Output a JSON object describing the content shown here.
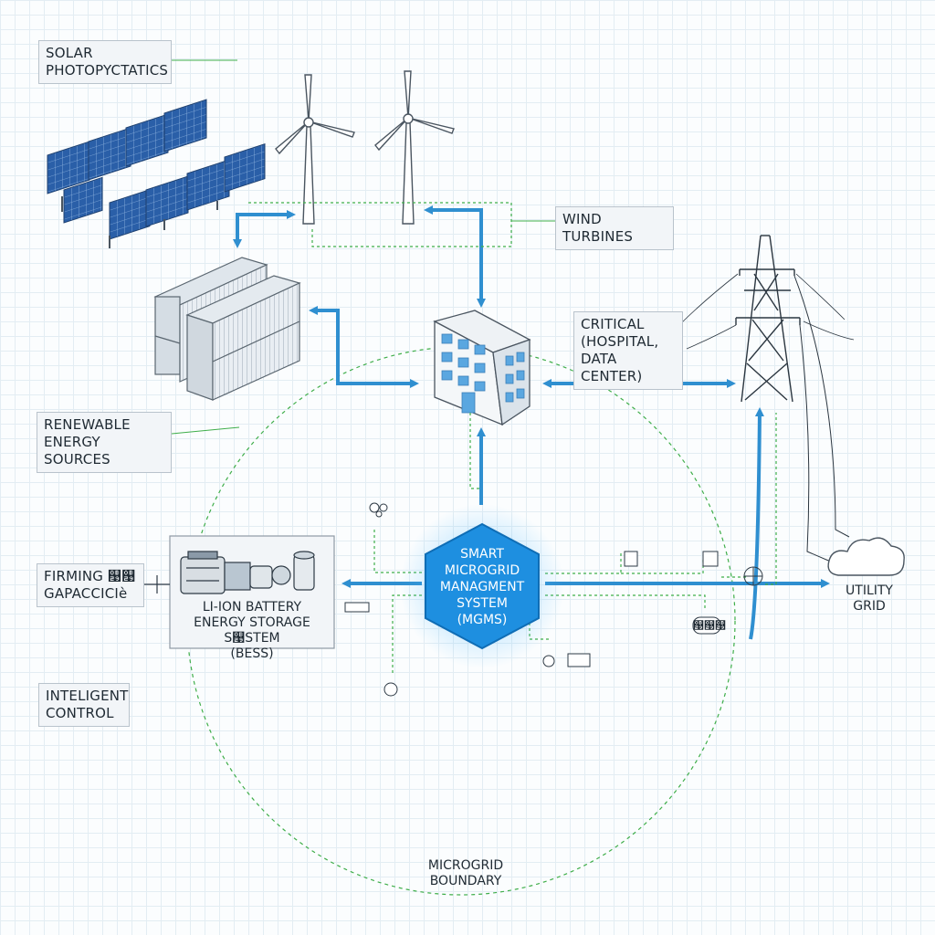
{
  "labels": {
    "solar": "SOLAR\nPHOTOPYCTATICS",
    "wind": "WIND TURBINES",
    "critical": "CRITICAL\n(HOSPITAL,\nDATA CENTER)",
    "renewable": "RENEWABLE\nENERGY SOURCES",
    "firming": "FIRMING ଩଩\nGAPACCICIè",
    "intelligent": "INTELIGENT\nCONTROL",
    "bess": "LI-ION BATTERY\nENERGY STORAGE S଩STEM\n(BESS)",
    "mgms": "SMART\nMICROGRID\nMANAGMENT\nSYSTEM\n(MGMS)",
    "utility": "UTILITY\nGRID",
    "boundary": "MICROGRID\nBOUNDARY",
    "meter": "଩଩଩"
  },
  "colors": {
    "power_flow": "#2f8fd0",
    "control_signal": "#3fae4a",
    "hub": "#1e8fe0",
    "equipment_blue": "#2a5fa8",
    "outline": "#3a4650"
  },
  "icons": [
    "solar-panel-array-icon",
    "wind-turbine-icon",
    "container-storage-icon",
    "building-icon",
    "transmission-tower-icon",
    "cloud-icon",
    "generator-icon",
    "sensor-icon",
    "meter-icon"
  ]
}
